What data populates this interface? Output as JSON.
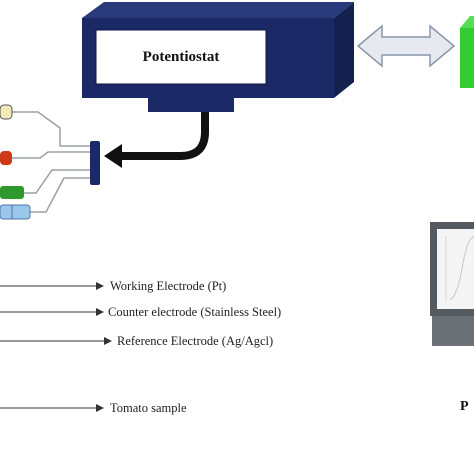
{
  "potentiostat": {
    "label": "Potentiostat"
  },
  "legend": {
    "items": [
      {
        "label": "Working Electrode (Pt)"
      },
      {
        "label": "Counter electrode (Stainless Steel)"
      },
      {
        "label": "Reference Electrode (Ag/Agcl)"
      },
      {
        "label": "Tomato sample"
      }
    ]
  },
  "computer": {
    "label_partial": "P"
  },
  "colors": {
    "potentiostat_body": "#1b2a66",
    "potentiostat_screen": "#ffffff",
    "cable": "#111111",
    "double_arrow_fill": "#e6eaf0",
    "double_arrow_stroke": "#8a96a8",
    "green_box": "#33cc33",
    "electrode_yellow": "#f3e9b5",
    "electrode_red": "#cc3a1a",
    "electrode_green": "#2e9a2e",
    "electrode_blue": "#9cc7ea"
  }
}
